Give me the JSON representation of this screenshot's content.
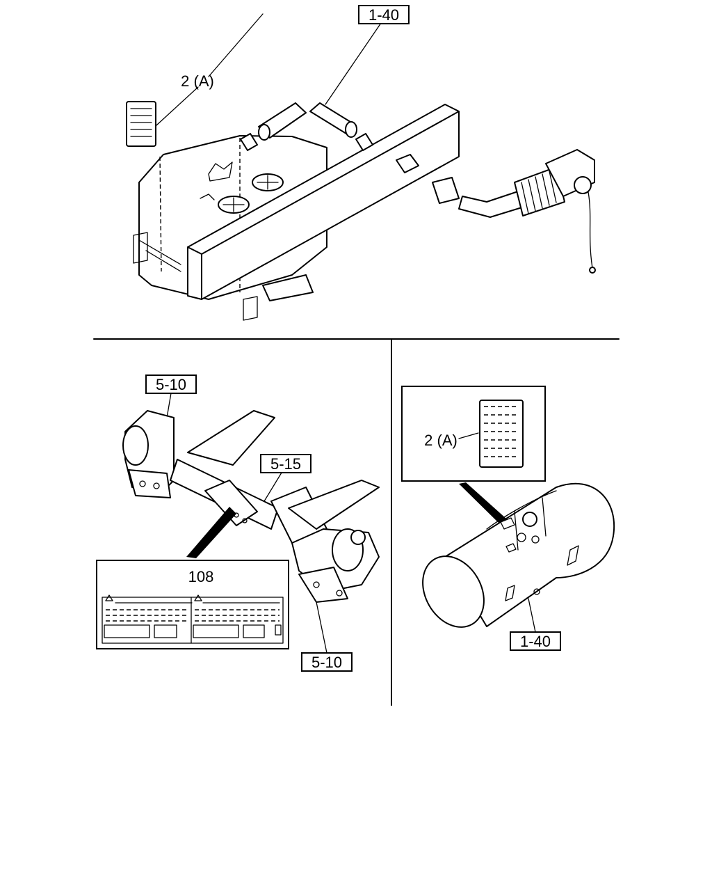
{
  "callouts": {
    "top_ref": "1-40",
    "top_label": "2 (A)",
    "bl_ref_upper": "5-10",
    "bl_ref_mid": "5-15",
    "bl_ref_lower": "5-10",
    "bl_label_num": "108",
    "br_label": "2 (A)",
    "br_ref": "1-40"
  }
}
